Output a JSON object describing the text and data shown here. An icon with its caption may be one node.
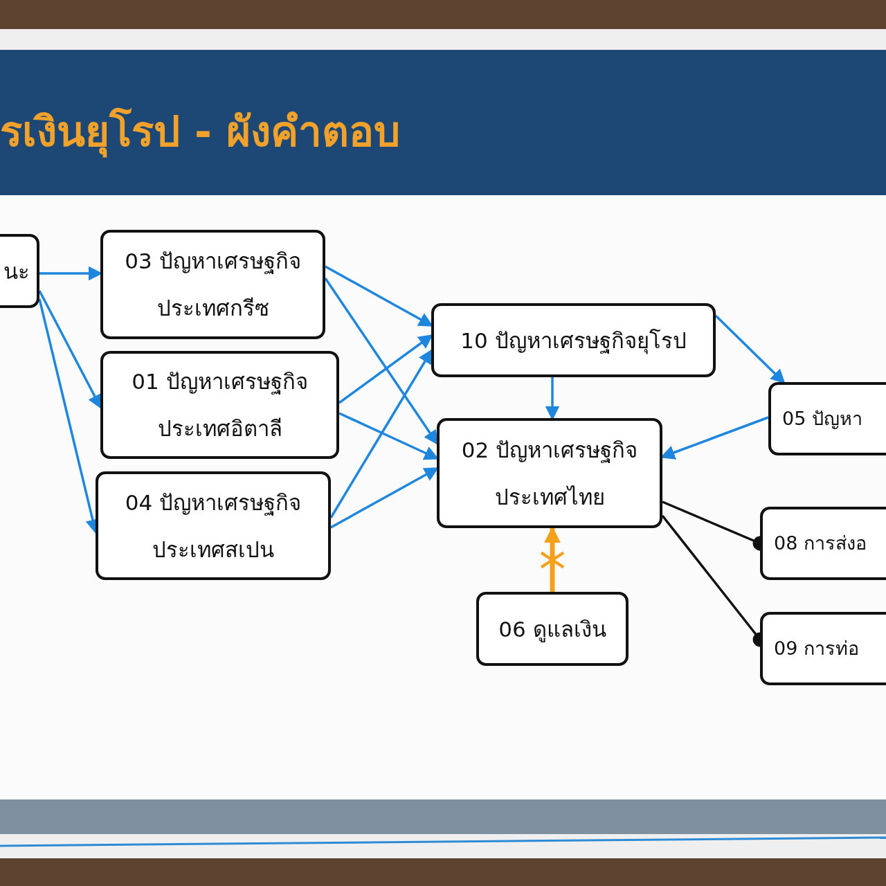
{
  "diagram": {
    "title": "รเงินยุโรป - ผังคำตอบ",
    "nodes": [
      {
        "text": [
          "นะ"
        ]
      },
      {
        "text": [
          "03 ปัญหาเศรษฐกิจ ประเทศกรีซ"
        ]
      },
      {
        "text": [
          "01 ปัญหาเศรษฐกิจ ประเทศอิตาลี"
        ]
      },
      {
        "text": [
          "04 ปัญหาเศรษฐกิจ ประเทศสเปน"
        ]
      },
      {
        "text": [
          "10 ปัญหาเศรษฐกิจยุโรป"
        ]
      },
      {
        "text": [
          "02 ปัญหาเศรษฐกิจ ประเทศไทย"
        ]
      },
      {
        "text": [
          "05 ปัญหา"
        ]
      },
      {
        "text": [
          "08 การส่งอ"
        ]
      },
      {
        "text": [
          "09 การท่อ"
        ]
      },
      {
        "text": [
          "06 ดูแลเงิน"
        ]
      }
    ],
    "edges": [
      {
        "from": 0,
        "to": 1,
        "arrow": "to"
      },
      {
        "from": 0,
        "to": 2,
        "arrow": "to"
      },
      {
        "from": 0,
        "to": 3,
        "arrow": "to"
      },
      {
        "from": 1,
        "to": 4,
        "arrow": "to"
      },
      {
        "from": 1,
        "to": 5,
        "arrow": "to"
      },
      {
        "from": 2,
        "to": 4,
        "arrow": "to"
      },
      {
        "from": 2,
        "to": 5,
        "arrow": "to"
      },
      {
        "from": 3,
        "to": 4,
        "arrow": "to"
      },
      {
        "from": 3,
        "to": 5,
        "arrow": "to"
      },
      {
        "from": 4,
        "to": 6,
        "arrow": "to"
      },
      {
        "from": 4,
        "to": 5,
        "arrow": "to"
      },
      {
        "from": 6,
        "to": 5,
        "arrow": "to"
      },
      {
        "from": 9,
        "to": 5,
        "arrow": "to",
        "style": "thick",
        "color": "#f5a01a"
      },
      {
        "from": 5,
        "to": 7,
        "arrow": "other",
        "color": "#111111"
      },
      {
        "from": 5,
        "to": 8,
        "arrow": "other",
        "color": "#111111"
      }
    ]
  }
}
